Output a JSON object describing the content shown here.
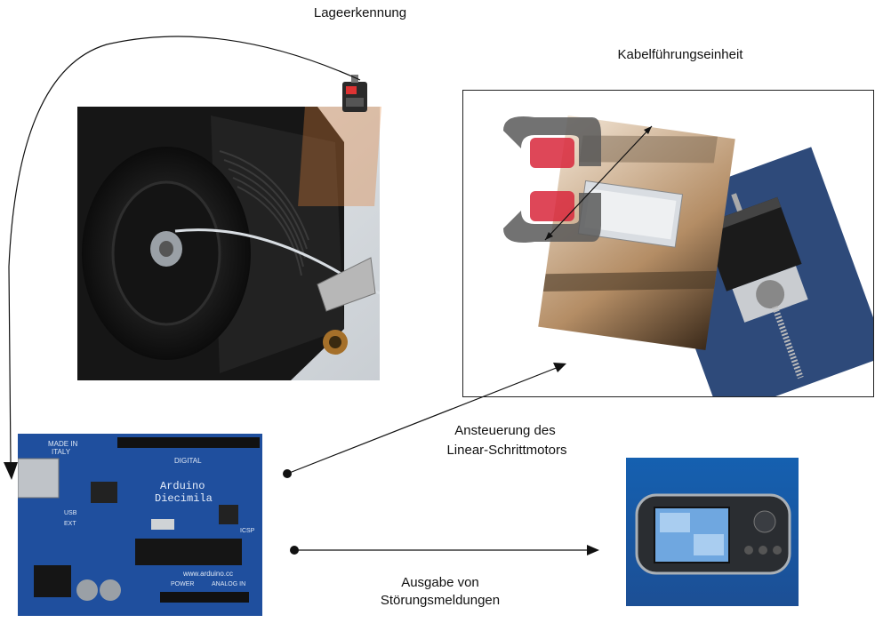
{
  "labels": {
    "position_detection": "Lageerkennung",
    "cable_guide_unit": "Kabelführungseinheit",
    "motor_control_line1": "Ansteuerung des",
    "motor_control_line2": "Linear-Schrittmotors",
    "fault_output_line1": "Ausgabe von",
    "fault_output_line2": "Störungsmeldungen"
  },
  "board": {
    "printed": [
      "MADE IN",
      "ITALY",
      "DIGITAL",
      "Arduino",
      "Diecimila",
      "www.arduino.cc",
      "POWER",
      "ANALOG IN",
      "ICSP",
      "USB",
      "EXT"
    ]
  },
  "colors": {
    "board_blue": "#1f4f9e",
    "motor_background": "#2e4a7a",
    "display_screen": "#6fa7e0",
    "sensor_beam": "#e0803a"
  }
}
